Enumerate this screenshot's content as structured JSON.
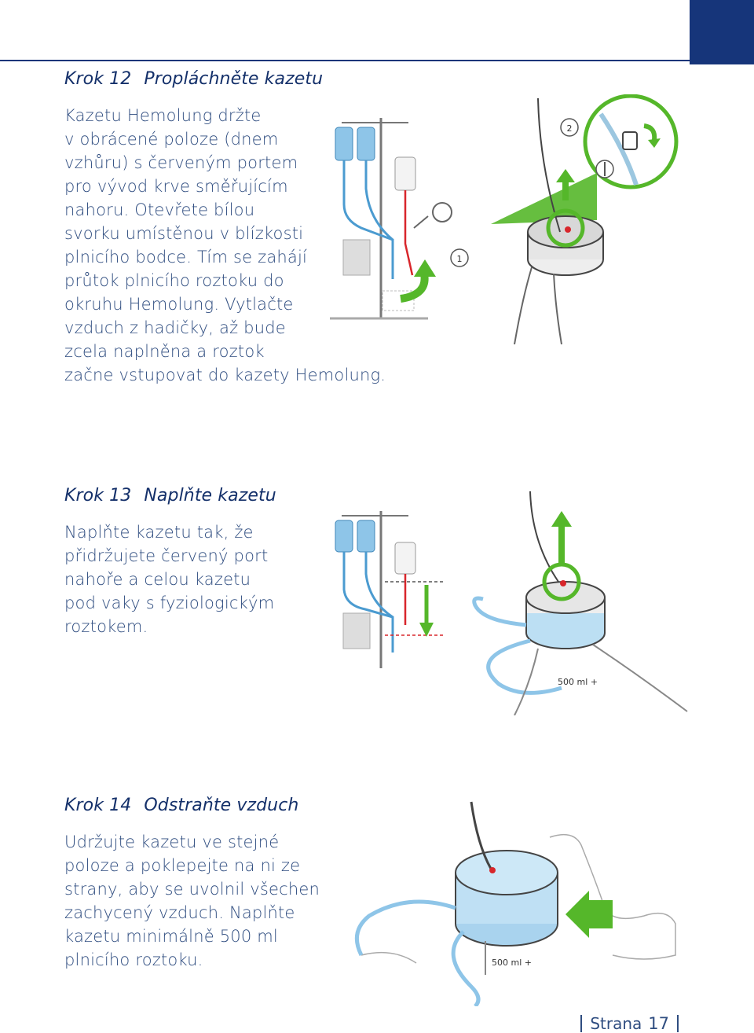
{
  "steps": [
    {
      "number": "Krok 12",
      "title": "Propláchněte kazetu",
      "lines": [
        "Kazetu Hemolung držte",
        "v obrácené poloze (dnem",
        "vzhůru) s červeným portem",
        "pro vývod krve směřujícím",
        "nahoru. Otevřete bílou",
        "svorku umístěnou v blízkosti",
        "plnicího bodce. Tím se zahájí",
        "průtok plnicího roztoku do",
        "okruhu Hemolung. Vytlačte",
        "vzduch z hadičky, až bude",
        "zcela naplněna a roztok",
        "začne vstupovat do kazety Hemolung."
      ],
      "figure_callouts": [
        "1",
        "2"
      ]
    },
    {
      "number": "Krok 13",
      "title": "Naplňte kazetu",
      "lines": [
        "Naplňte kazetu tak, že",
        "přidržujete červený port",
        "nahoře a celou kazetu",
        "pod vaky s fyziologickým",
        "roztokem."
      ],
      "figure_label": "500 ml +"
    },
    {
      "number": "Krok 14",
      "title": "Odstraňte vzduch",
      "lines": [
        "Udržujte kazetu ve stejné",
        "poloze a poklepejte na ni ze",
        "strany, aby se uvolnil všechen",
        "zachycený vzduch. Naplňte",
        "kazetu minimálně 500 ml",
        "plnicího roztoku."
      ],
      "figure_label": "500 ml +"
    }
  ],
  "footer": {
    "label": "Strana",
    "page": "17"
  },
  "colors": {
    "brand_blue": "#16357a",
    "text_blue": "#2f4d80",
    "accent_green": "#55b72a",
    "tube_blue": "#5aa9d8",
    "port_red": "#d8262b"
  }
}
